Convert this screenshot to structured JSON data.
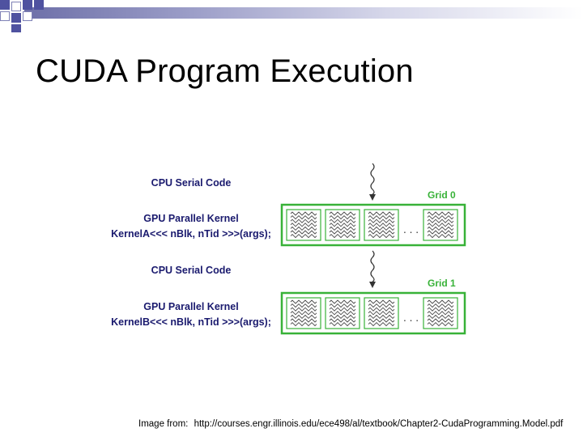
{
  "slide": {
    "title": "CUDA Program Execution",
    "caption_prefix": "Image from:",
    "caption_url": "http://courses.engr.illinois.edu/ece498/al/textbook/Chapter2-CudaProgramming.Model.pdf"
  },
  "figure": {
    "cpu_label_1": "CPU Serial Code",
    "gpu_label_1": "GPU Parallel Kernel",
    "kernel_call_1": "KernelA<<< nBlk, nTid >>>(args);",
    "grid_label_1": "Grid 0",
    "cpu_label_2": "CPU Serial Code",
    "gpu_label_2": "GPU Parallel Kernel",
    "kernel_call_2": "KernelB<<< nBlk, nTid >>>(args);",
    "grid_label_2": "Grid 1",
    "ellipsis_1": ". . .",
    "ellipsis_2": ". . .",
    "colors": {
      "grid_green": "#38b238",
      "label_blue": "#1a1a6e",
      "thread_gray": "#5a5a5a"
    }
  }
}
